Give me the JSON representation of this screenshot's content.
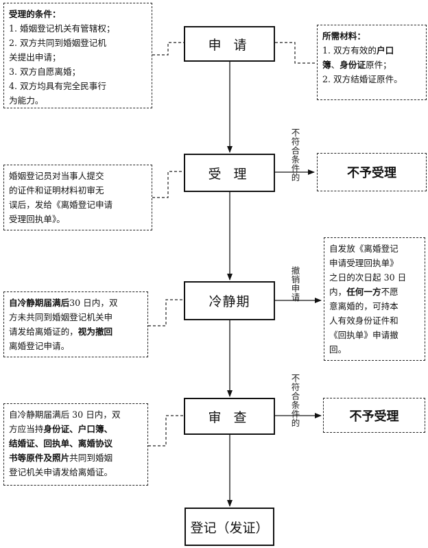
{
  "steps": {
    "apply": "申 请",
    "accept": "受 理",
    "cooling": "冷静期",
    "review": "审 查",
    "register": "登记（发证）"
  },
  "conditions": {
    "title": "受理的条件：",
    "items": [
      "1. 婚姻登记机关有管辖权；",
      "2. 双方共同到婚姻登记机",
      "关提出申请；",
      "3. 双方自愿离婚；",
      "4. 双方均具有完全民事行",
      "为能力。"
    ]
  },
  "materials": {
    "title": "所需材料：",
    "item1_pre": "1. 双方有效的",
    "item1_b1": "户口",
    "item1_b2": "簿",
    "item1_mid": "、",
    "item1_b3": "身份证",
    "item1_post": "原件；",
    "item2": "2. 双方结婚证原件。"
  },
  "accept_note": {
    "lines": [
      "婚姻登记员对当事人提交",
      "的证件和证明材料初审无",
      "误后，发给《离婚登记申请",
      "受理回执单》。"
    ]
  },
  "cooling_note": {
    "b1": "自冷静期届满后",
    "t1": "30 日内，双",
    "l2": "方未共同到婚姻登记机关申",
    "l3_pre": "请发给离婚证的，",
    "l3_b": "视为撤回",
    "l4": "离婚登记申请。"
  },
  "withdraw_note": {
    "l1": "自发放《离婚登记",
    "l2": "申请受理回执单》",
    "l3": "之日的次日起 30 日",
    "l4_pre": "内，",
    "l4_b": "任何一方",
    "l4_post": "不愿",
    "l5": "意离婚的，可持本",
    "l6": "人有效身份证件和",
    "l7": "《回执单》申请撤",
    "l8": "回。"
  },
  "review_note": {
    "l1": "自冷静期届满后 30 日内，双",
    "l2_pre": "方应当持",
    "l2_b": "身份证、户口簿、",
    "l3_b": "结婚证、回执单、离婚协议",
    "l4_b": "书等原件及照片",
    "l4_post": "共同到婚姻",
    "l5": "登记机关申请发给离婚证。"
  },
  "labels": {
    "not_eligible_1": "不符合条件的",
    "withdraw": "撤销申请",
    "not_eligible_2": "不符合条件的"
  },
  "results": {
    "reject_1": "不予受理",
    "reject_2": "不予受理"
  }
}
